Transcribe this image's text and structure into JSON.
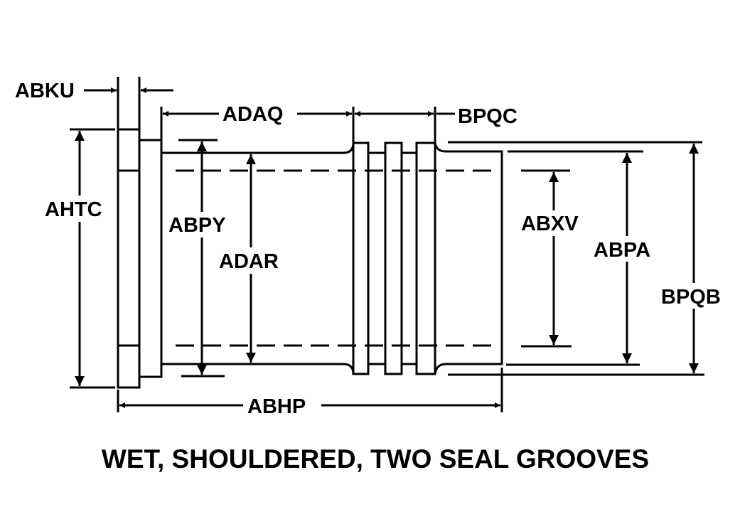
{
  "diagram": {
    "title": "WET, SHOULDERED, TWO SEAL GROOVES",
    "labels": {
      "abku": "ABKU",
      "adaq": "ADAQ",
      "bpqc": "BPQC",
      "ahtc": "AHTC",
      "abpy": "ABPY",
      "adar": "ADAR",
      "abxv": "ABXV",
      "abpa": "ABPA",
      "bpqb": "BPQB",
      "abhp": "ABHP"
    }
  }
}
